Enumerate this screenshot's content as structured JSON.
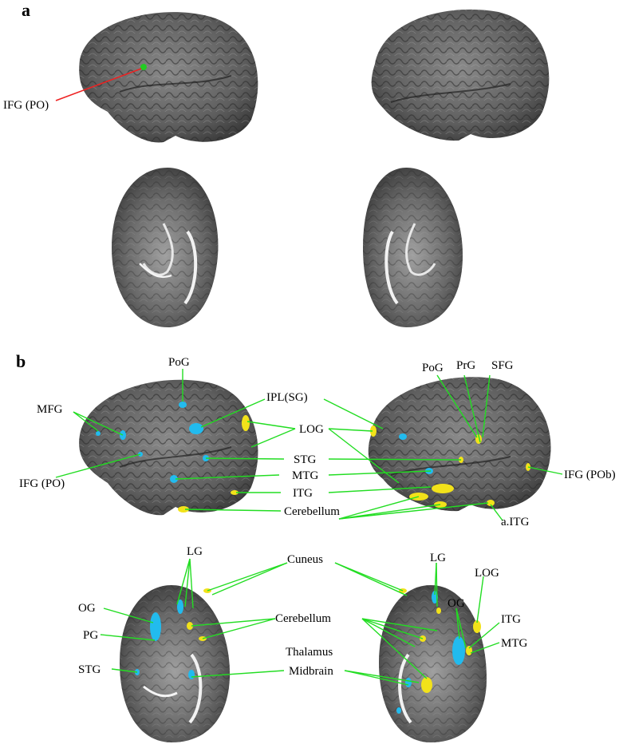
{
  "panel_a": {
    "letter": "a",
    "labels": {
      "ifg_po": "IFG (PO)"
    }
  },
  "panel_b": {
    "letter": "b",
    "labels": {
      "pog_left": "PoG",
      "mfg": "MFG",
      "ifg_po": "IFG (PO)",
      "ipl_sg": "IPL(SG)",
      "log_center": "LOG",
      "stg_center": "STG",
      "mtg_center": "MTG",
      "itg_center": "ITG",
      "cerebellum_top": "Cerebellum",
      "pog_right": "PoG",
      "prg": "PrG",
      "sfg": "SFG",
      "ifg_pob": "IFG (POb)",
      "a_itg": "a.ITG",
      "lg_left": "LG",
      "cuneus": "Cuneus",
      "og_left": "OG",
      "pg": "PG",
      "stg_left": "STG",
      "cerebellum_bottom": "Cerebellum",
      "thalamus": "Thalamus",
      "midbrain": "Midbrain",
      "lg_right": "LG",
      "og_right": "OG",
      "log_right": "LOG",
      "itg_right": "ITG",
      "mtg_right": "MTG"
    }
  },
  "colors": {
    "leader_green": "#22dd22",
    "leader_red": "#ee2222",
    "activation_blue": "#22bbee",
    "activation_yellow": "#f2e21a",
    "brain_dark": "#4a4a4a",
    "brain_light": "#8a8a8a"
  }
}
